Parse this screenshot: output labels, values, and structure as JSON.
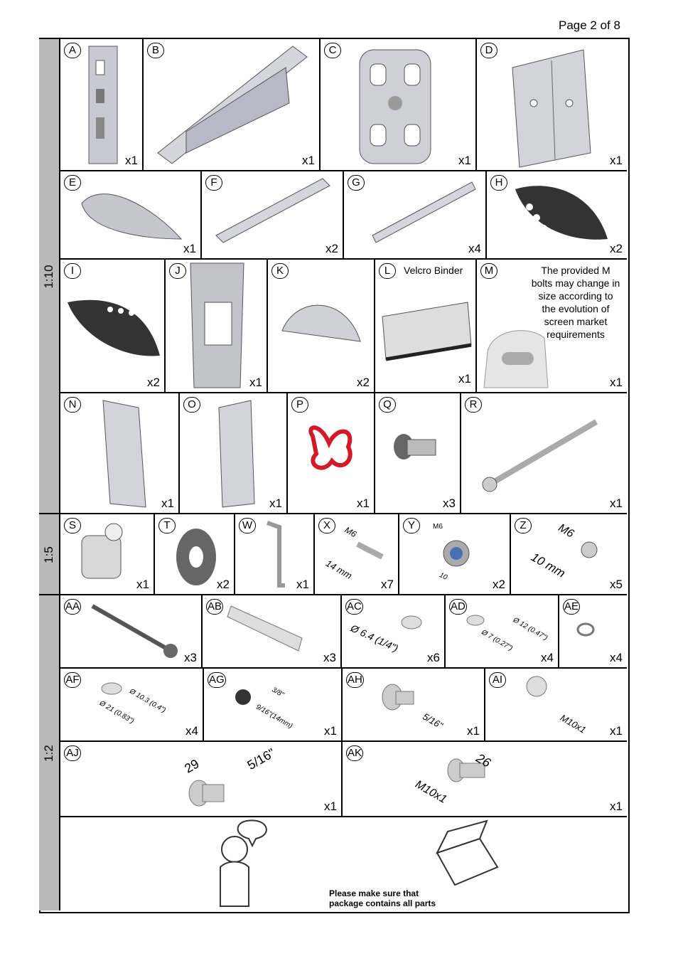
{
  "page": {
    "number_label": "Page 2 of 8"
  },
  "scales": [
    "1:10",
    "1:5",
    "1:2"
  ],
  "velcro_label": "Velcro Binder",
  "m_note": "The provided M bolts may change in size according to the evolution of screen market requirements",
  "bottom_note": "Please make sure that package contains all parts",
  "parts": [
    {
      "id": "A",
      "qty": "x1"
    },
    {
      "id": "B",
      "qty": "x1"
    },
    {
      "id": "C",
      "qty": "x1"
    },
    {
      "id": "D",
      "qty": "x1"
    },
    {
      "id": "E",
      "qty": "x1"
    },
    {
      "id": "F",
      "qty": "x2"
    },
    {
      "id": "G",
      "qty": "x4"
    },
    {
      "id": "H",
      "qty": "x2"
    },
    {
      "id": "I",
      "qty": "x2"
    },
    {
      "id": "J",
      "qty": "x1"
    },
    {
      "id": "K",
      "qty": "x2"
    },
    {
      "id": "L",
      "qty": "x1"
    },
    {
      "id": "M",
      "qty": "x1"
    },
    {
      "id": "N",
      "qty": "x1"
    },
    {
      "id": "O",
      "qty": "x1"
    },
    {
      "id": "P",
      "qty": "x1"
    },
    {
      "id": "Q",
      "qty": "x3"
    },
    {
      "id": "R",
      "qty": "x1"
    },
    {
      "id": "S",
      "qty": "x1"
    },
    {
      "id": "T",
      "qty": "x2"
    },
    {
      "id": "W",
      "qty": "x1"
    },
    {
      "id": "X",
      "qty": "x7"
    },
    {
      "id": "Y",
      "qty": "x2"
    },
    {
      "id": "Z",
      "qty": "x5"
    },
    {
      "id": "AA",
      "qty": "x3"
    },
    {
      "id": "AB",
      "qty": "x3"
    },
    {
      "id": "AC",
      "qty": "x6"
    },
    {
      "id": "AD",
      "qty": "x4"
    },
    {
      "id": "AE",
      "qty": "x4"
    },
    {
      "id": "AF",
      "qty": "x4"
    },
    {
      "id": "AG",
      "qty": "x1"
    },
    {
      "id": "AH",
      "qty": "x1"
    },
    {
      "id": "AI",
      "qty": "x1"
    },
    {
      "id": "AJ",
      "qty": "x1"
    },
    {
      "id": "AK",
      "qty": "x1"
    }
  ],
  "dims": {
    "X": [
      "M6",
      "14 mm"
    ],
    "Y": [
      "M6",
      "10"
    ],
    "Z": [
      "M6",
      "10 mm"
    ],
    "AC": [
      "Ø 6.4 (1/4\")"
    ],
    "AD": [
      "Ø 12 (0.47\")",
      "Ø 7 (0.27\")"
    ],
    "AF": [
      "Ø 10.3 (0.4\")",
      "Ø 21 (0.83\")"
    ],
    "AG": [
      "3/8\"",
      "9/16\"(14mm)"
    ],
    "AH": [
      "5/16\""
    ],
    "AI": [
      "M10x1"
    ],
    "AJ": [
      "29",
      "5/16\""
    ],
    "AK": [
      "26",
      "M10x1"
    ]
  }
}
